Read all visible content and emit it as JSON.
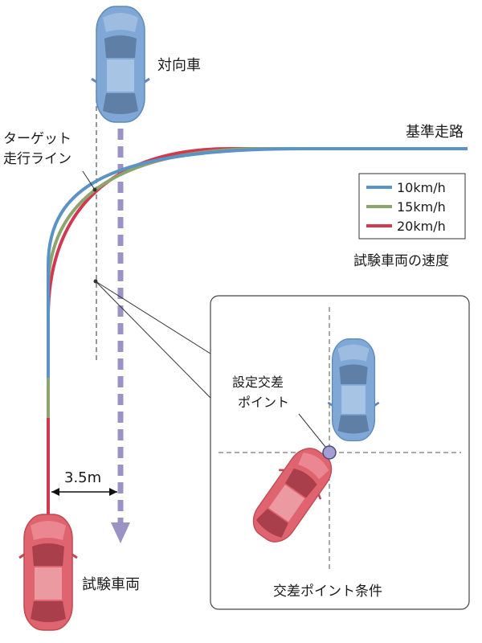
{
  "labels": {
    "oncoming_vehicle": "対向車",
    "target_line_1": "ターゲット",
    "target_line_2": "走行ライン",
    "reference_path": "基準走路",
    "test_vehicle": "試験車両",
    "offset": "3.5m",
    "speed_caption": "試験車両の速度",
    "inset_point_1": "設定交差",
    "inset_point_2": "ポイント",
    "inset_caption": "交差ポイント条件"
  },
  "legend": [
    {
      "label": "10km/h",
      "color": "#5b93c7"
    },
    {
      "label": "15km/h",
      "color": "#8ca46e"
    },
    {
      "label": "20km/h",
      "color": "#d0394f"
    }
  ],
  "colors": {
    "blue_car": "#7fa8d6",
    "red_car": "#e0646f",
    "dashed_arrow": "#9a93c4",
    "text": "#1a1a1a"
  }
}
